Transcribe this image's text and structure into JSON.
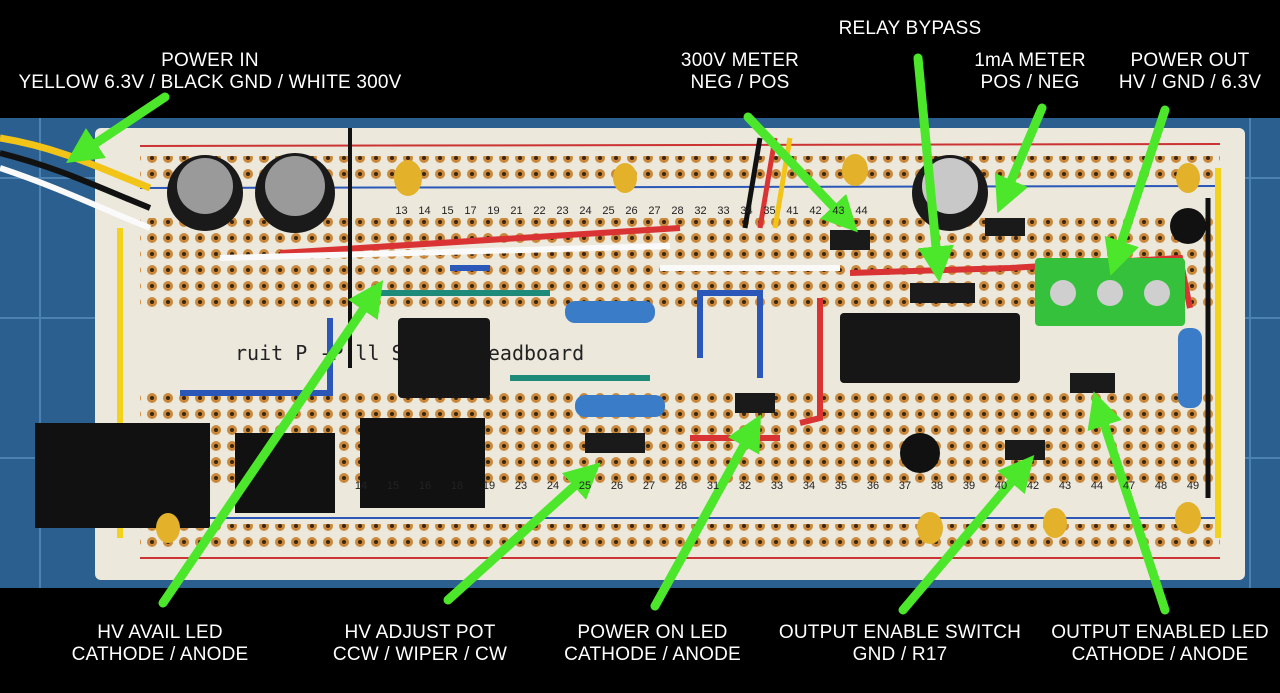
{
  "annotations": {
    "power_in": {
      "title": "POWER IN",
      "detail": "YELLOW  6.3V / BLACK GND / WHITE 300V"
    },
    "meter_300v": {
      "title": "300V METER",
      "detail": "NEG / POS"
    },
    "relay_bypass": {
      "title": "RELAY BYPASS"
    },
    "meter_1ma": {
      "title": "1mA METER",
      "detail": "POS / NEG"
    },
    "power_out": {
      "title": "POWER OUT",
      "detail": "HV / GND /  6.3V"
    },
    "hv_avail_led": {
      "title": "HV AVAIL LED",
      "detail": "CATHODE / ANODE"
    },
    "hv_adjust_pot": {
      "title": "HV ADJUST POT",
      "detail": "CCW / WIPER / CW"
    },
    "power_on_led": {
      "title": "POWER ON LED",
      "detail": "CATHODE / ANODE"
    },
    "output_enable_switch": {
      "title": "OUTPUT ENABLE SWITCH",
      "detail": "GND / R17"
    },
    "output_enabled_led": {
      "title": "OUTPUT ENABLED LED",
      "detail": "CATHODE / ANODE"
    }
  },
  "board": {
    "silkscreen": "ruit P   -P   ll Sized Breadboard",
    "row_numbers_top": [
      "13",
      "14",
      "15",
      "17",
      "19",
      "21",
      "22",
      "23",
      "24",
      "25",
      "26",
      "27",
      "28",
      "32",
      "33",
      "34",
      "35",
      "41",
      "42",
      "43",
      "44"
    ],
    "row_numbers_bottom": [
      "14",
      "15",
      "16",
      "18",
      "19",
      "23",
      "24",
      "25",
      "26",
      "27",
      "28",
      "31",
      "32",
      "33",
      "34",
      "35",
      "36",
      "37",
      "38",
      "39",
      "40",
      "42",
      "43",
      "44",
      "47",
      "48",
      "49"
    ]
  },
  "colors": {
    "arrow": "#4ce62a",
    "board": "#ece8dc",
    "background": "#000000",
    "mat": "#2a5f8f"
  }
}
